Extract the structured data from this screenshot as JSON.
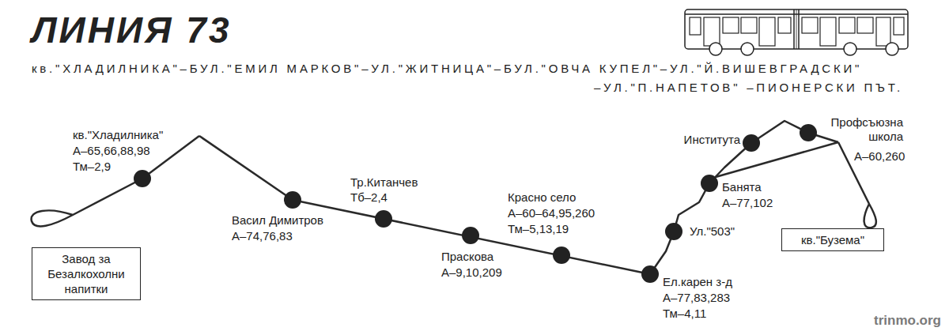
{
  "diagram": {
    "title": "ЛИНИЯ 73",
    "nodes": [
      {
        "text": [
          "Завод за Безалкохолни напитки"
        ]
      },
      {
        "text": [
          "кв.\"Бузема\""
        ]
      }
    ],
    "labels": [
      "кв.\"ХЛАДИЛНИКА\"–БУЛ.\"ЕМИЛ МАРКОВ\"–УЛ.\"ЖИТНИЦА\"–БУЛ.\"ОВЧА КУПЕЛ\"–УЛ.\"Й.ВИШЕВГРАДСКИ\"",
      "–УЛ.\"П.НАПЕТОВ\" –ПИОНЕРСКИ ПЪТ.",
      "кв.\"Хладилника\"",
      "А–65,66,88,98",
      "Тм–2,9",
      "Васил Димитров",
      "А–74,76,83",
      "Тр.Китанчев",
      "Тб–2,4",
      "Праскова",
      "А–9,10,209",
      "Красно село",
      "А–60–64,95,260",
      "Тм–5,13,19",
      "Ел.карен з-д",
      "А–77,83,283",
      "Тм–4,11",
      "Ул.\"503\"",
      "Банята",
      "А–77,102",
      "Института",
      "Профсъюзна школа",
      "А–60,260",
      "trinmo.org"
    ]
  }
}
